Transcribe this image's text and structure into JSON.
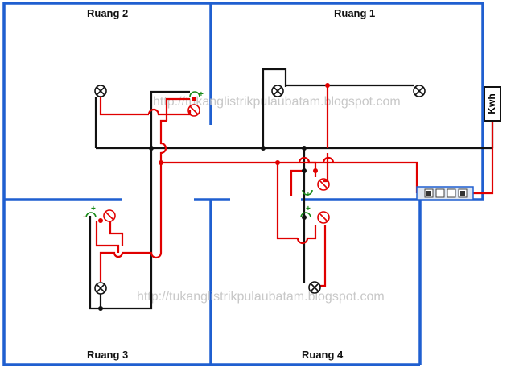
{
  "rooms": {
    "room_2": "Ruang 2",
    "room_1": "Ruang 1",
    "room_3": "Ruang 3",
    "room_4": "Ruang 4"
  },
  "watermark": "http://tukanglistrikpulaubatam.blogspot.com",
  "meter_label": "Kwh",
  "symbols": {
    "plus": "+",
    "minus": "-"
  },
  "colors": {
    "wall": "#1f5fd0",
    "phase_wire": "#e00000",
    "neutral_wire": "#111111",
    "ground_marker": "#1a8a1a"
  },
  "components": {
    "lamps": [
      "lamp-icon",
      "lamp-icon",
      "lamp-icon",
      "lamp-icon",
      "lamp-icon"
    ],
    "switches": [
      "switch-icon",
      "switch-icon",
      "switch-icon",
      "switch-icon"
    ],
    "meter": "kwh-meter-icon",
    "breaker": "circuit-breaker-icon"
  }
}
